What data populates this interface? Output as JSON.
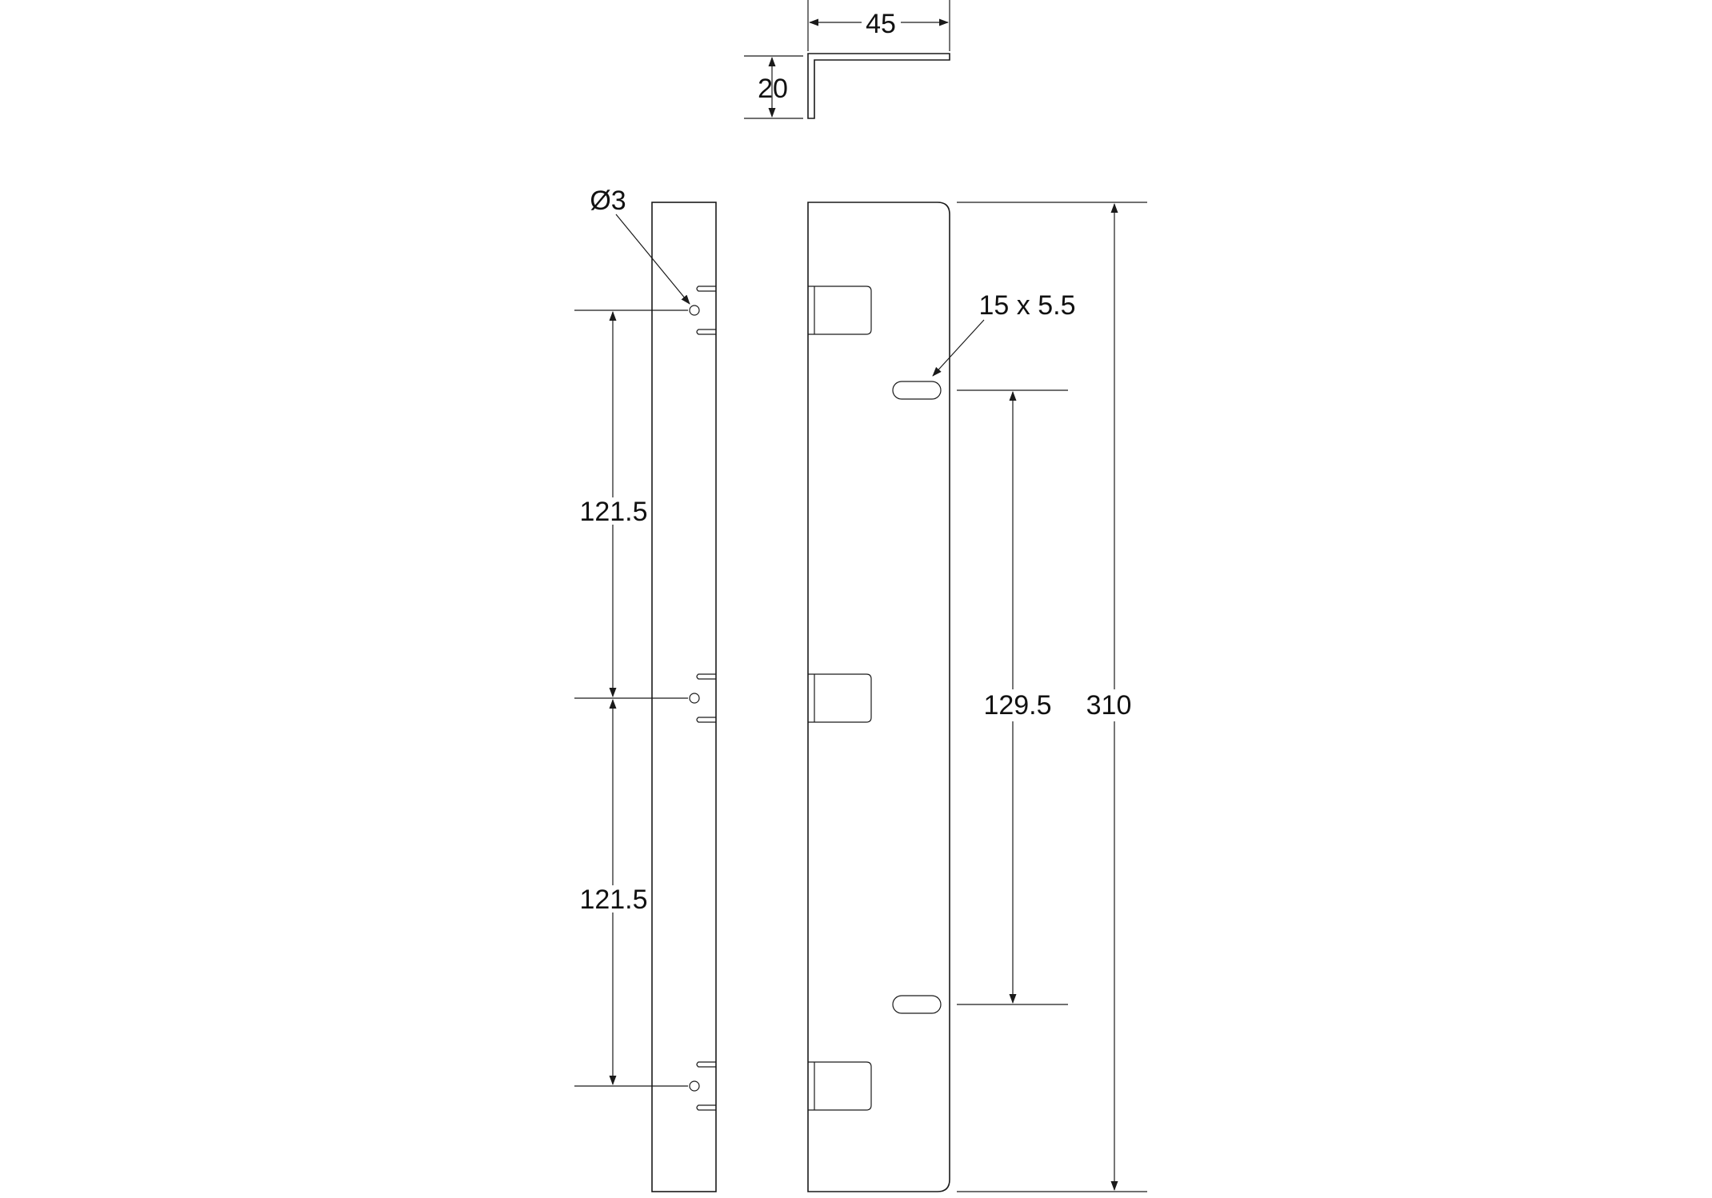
{
  "dimensions": {
    "flange_width": "45",
    "flange_height": "20",
    "hole_diameter": "Ø3",
    "hole_spacing_upper": "121.5",
    "hole_spacing_lower": "121.5",
    "slot_size": "15 x 5.5",
    "slot_spacing": "129.5",
    "overall_length": "310"
  },
  "colors": {
    "line": "#1a1a1a",
    "background": "#ffffff"
  }
}
